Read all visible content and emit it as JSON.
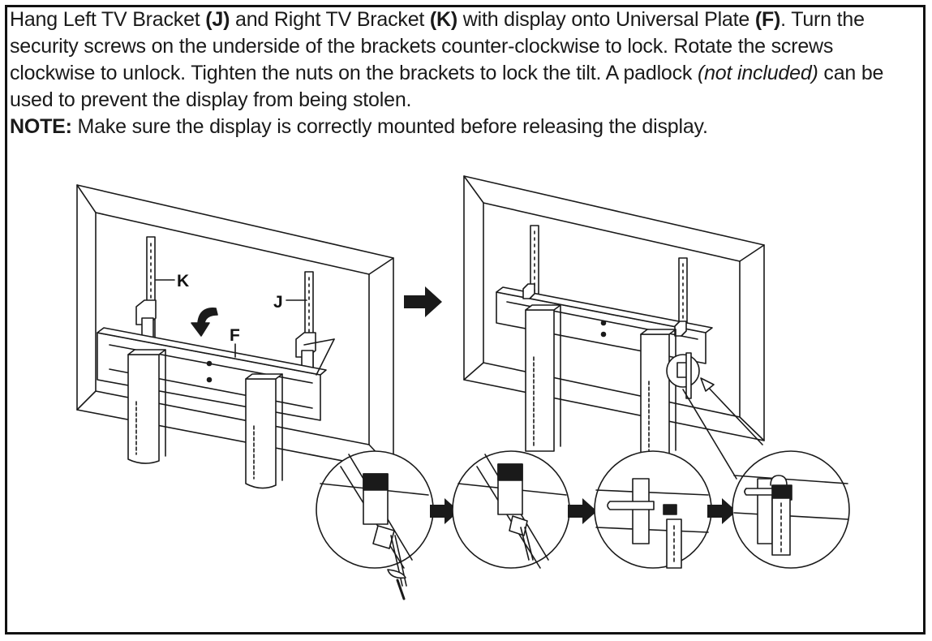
{
  "instructions": {
    "p1": {
      "t1": "Hang Left TV Bracket ",
      "j": "(J)",
      "t2": " and Right TV Bracket ",
      "k": "(K)",
      "t3": " with display onto Universal Plate ",
      "f": "(F)",
      "t4": ". Turn the security screws on the underside of the brackets counter-clockwise to lock. Rotate the screws clockwise to unlock. Tighten the nuts on the brackets to lock the tilt. A padlock ",
      "not_included": "(not included)",
      "t5": " can be used to prevent the display from being stolen."
    },
    "note": {
      "label": "NOTE:",
      "text": " Make sure the display is correctly mounted before releasing the display."
    }
  },
  "callouts": {
    "k": "K",
    "j": "J",
    "f": "F"
  },
  "colors": {
    "line": "#1a1a1a",
    "fill": "#ffffff",
    "arrow": "#1a1a1a"
  },
  "icons": [
    "curved-down-arrow-icon",
    "right-arrow-icon"
  ]
}
